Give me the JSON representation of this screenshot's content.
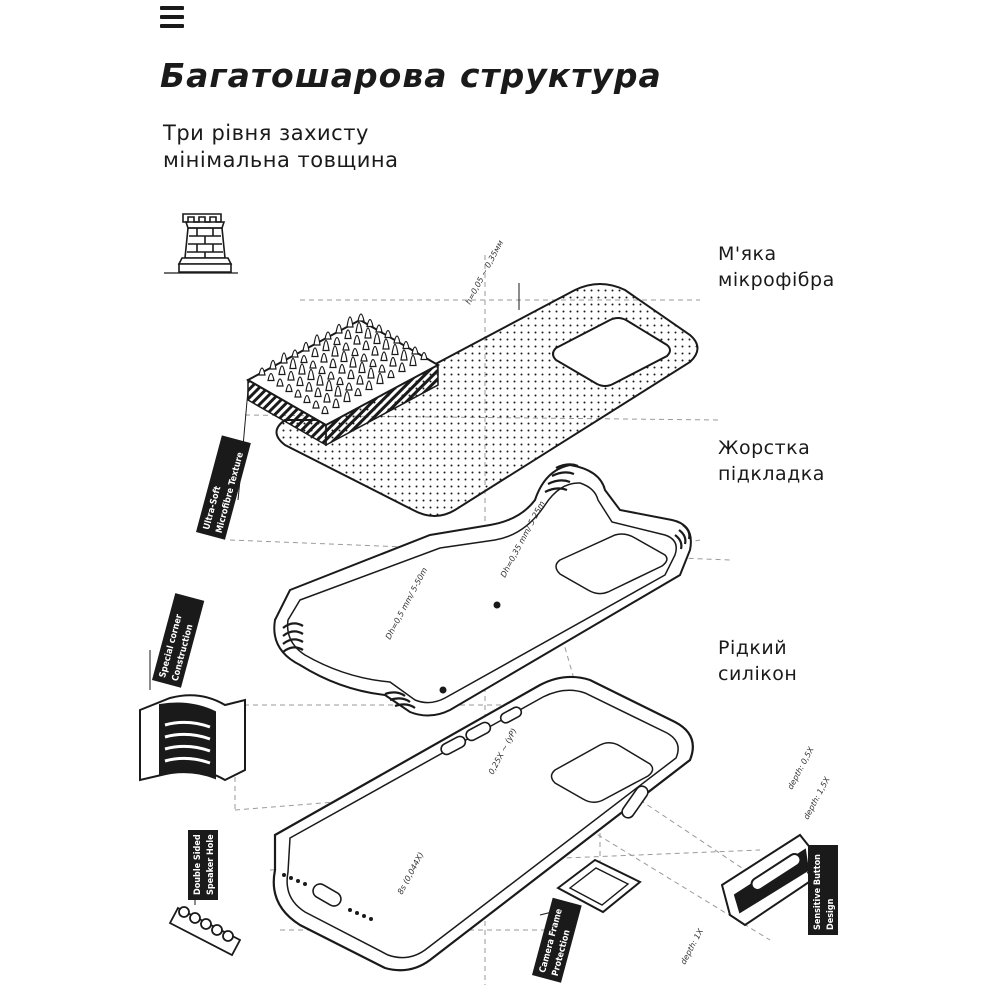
{
  "header": {
    "title": "Багатошарова структура",
    "subtitle_line1": "Три рівня захисту",
    "subtitle_line2": "мінімальна товщина"
  },
  "layers": [
    {
      "line1": "М'яка",
      "line2": "мікрофібра"
    },
    {
      "line1": "Жорстка",
      "line2": "підкладка"
    },
    {
      "line1": "Рідкий",
      "line2": "силікон"
    }
  ],
  "callouts": {
    "microfiber_1": "Ultra-Soft",
    "microfiber_2": "Microfibre Texture",
    "corner_1": "Special corner",
    "corner_2": "Construction",
    "speaker_1": "Double Sided",
    "speaker_2": "Speaker Hole",
    "camera_1": "Camera Frame",
    "camera_2": "Protection",
    "button_1": "Sensitive Button",
    "button_2": "Design"
  },
  "dimensions": {
    "fiber": "h=0,05 ~ 0,35мм",
    "shell_1": "Dh=0,35 mm/ 5-25m",
    "shell_2": "Dh=0,5 mm/ 5-50m",
    "silicone": "0,25X ~ (yP)",
    "frame": "8s (0,044X)",
    "button_1": "depth: 0,5X",
    "button_2": "depth: 1,5X",
    "button_3": "depth: 1X"
  },
  "icons": [
    "menu-icon",
    "tower-icon"
  ]
}
